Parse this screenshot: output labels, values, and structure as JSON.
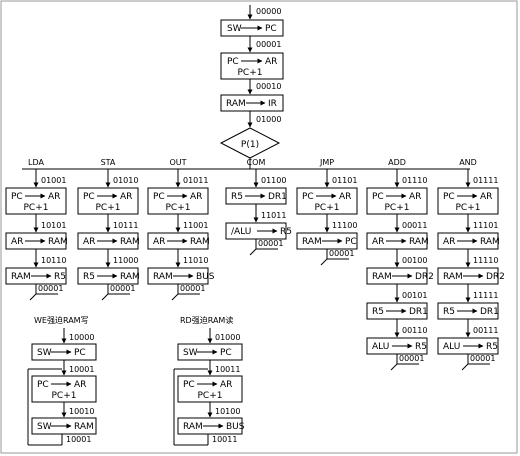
{
  "start": {
    "code": "00000",
    "step1": "SW",
    "step1_dst": "PC",
    "code2": "00001",
    "pc_ar_src": "PC",
    "pc_ar_dst": "AR",
    "pc_inc": "PC+1",
    "code3": "00010",
    "ir_src": "RAM",
    "ir_dst": "IR",
    "code4": "01000",
    "decision": "P(1)"
  },
  "branches": [
    {
      "name": "LDA",
      "codes": [
        "01001",
        "10101",
        "10110",
        "00001"
      ],
      "steps": [
        [
          "PC",
          "AR",
          "PC+1"
        ],
        [
          "AR",
          "RAM"
        ],
        [
          "RAM",
          "R5"
        ]
      ]
    },
    {
      "name": "STA",
      "codes": [
        "01010",
        "10111",
        "11000",
        "00001"
      ],
      "steps": [
        [
          "PC",
          "AR",
          "PC+1"
        ],
        [
          "AR",
          "RAM"
        ],
        [
          "R5",
          "RAM"
        ]
      ]
    },
    {
      "name": "OUT",
      "codes": [
        "01011",
        "11001",
        "11010",
        "00001"
      ],
      "steps": [
        [
          "PC",
          "AR",
          "PC+1"
        ],
        [
          "AR",
          "RAM"
        ],
        [
          "RAM",
          "BUS"
        ]
      ]
    },
    {
      "name": "COM",
      "codes": [
        "01100",
        "11011",
        "00001"
      ],
      "steps": [
        [
          "R5",
          "DR1"
        ],
        [
          "/ALU",
          "R5"
        ]
      ]
    },
    {
      "name": "JMP",
      "codes": [
        "01101",
        "11100",
        "00001"
      ],
      "steps": [
        [
          "PC",
          "AR",
          "PC+1"
        ],
        [
          "RAM",
          "PC"
        ]
      ]
    },
    {
      "name": "ADD",
      "codes": [
        "01110",
        "00011",
        "00100",
        "00101",
        "00110",
        "00001"
      ],
      "steps": [
        [
          "PC",
          "AR",
          "PC+1"
        ],
        [
          "AR",
          "RAM"
        ],
        [
          "RAM",
          "DR2"
        ],
        [
          "R5",
          "DR1"
        ],
        [
          "ALU",
          "R5"
        ]
      ]
    },
    {
      "name": "AND",
      "codes": [
        "01111",
        "11101",
        "11110",
        "11111",
        "00111",
        "00001"
      ],
      "steps": [
        [
          "PC",
          "AR",
          "PC+1"
        ],
        [
          "AR",
          "RAM"
        ],
        [
          "RAM",
          "DR2"
        ],
        [
          "R5",
          "DR1"
        ],
        [
          "ALU",
          "R5"
        ]
      ]
    }
  ],
  "we": {
    "title": "WE强迫RAM写",
    "codes": [
      "10000",
      "10001",
      "10010",
      "10001"
    ],
    "steps": [
      [
        "SW",
        "PC"
      ],
      [
        "PC",
        "AR",
        "PC+1"
      ],
      [
        "SW",
        "RAM"
      ]
    ]
  },
  "rd": {
    "title": "RD强迫RAM读",
    "codes": [
      "01000",
      "10011",
      "10100",
      "10011"
    ],
    "steps": [
      [
        "SW",
        "PC"
      ],
      [
        "PC",
        "AR",
        "PC+1"
      ],
      [
        "RAM",
        "BUS"
      ]
    ]
  }
}
